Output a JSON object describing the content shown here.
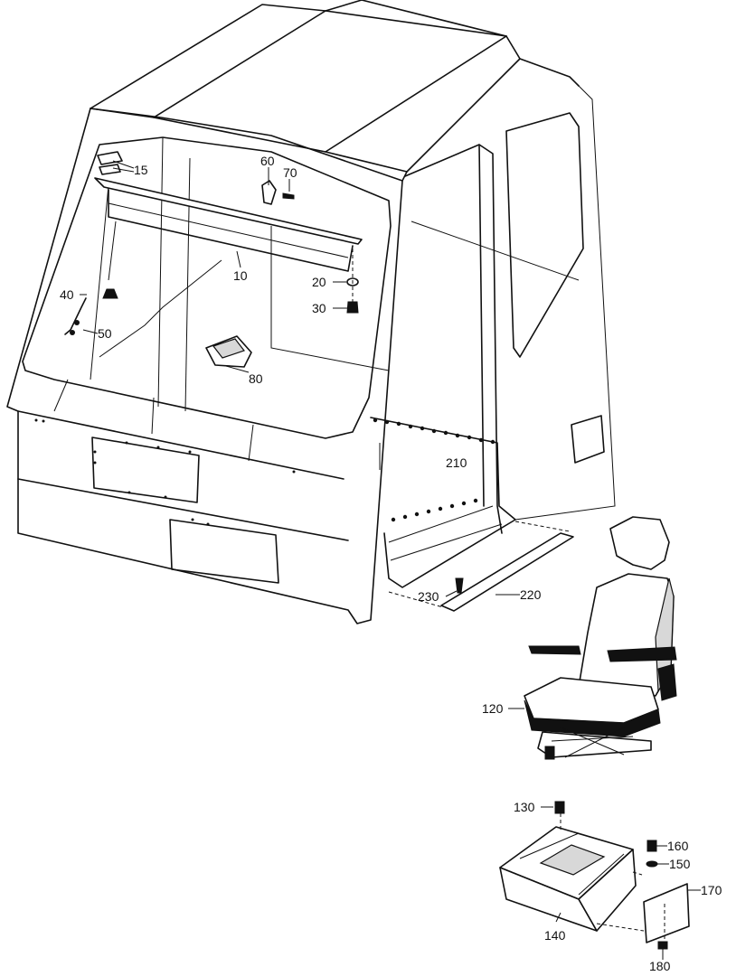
{
  "callouts": [
    {
      "id": "c15",
      "text": "15"
    },
    {
      "id": "c60",
      "text": "60"
    },
    {
      "id": "c70",
      "text": "70"
    },
    {
      "id": "c10",
      "text": "10"
    },
    {
      "id": "c20",
      "text": "20"
    },
    {
      "id": "c30",
      "text": "30"
    },
    {
      "id": "c40",
      "text": "40"
    },
    {
      "id": "c50",
      "text": "50"
    },
    {
      "id": "c80",
      "text": "80"
    },
    {
      "id": "c210",
      "text": "210"
    },
    {
      "id": "c220",
      "text": "220"
    },
    {
      "id": "c230",
      "text": "230"
    },
    {
      "id": "c120",
      "text": "120"
    },
    {
      "id": "c130",
      "text": "130"
    },
    {
      "id": "c160",
      "text": "160"
    },
    {
      "id": "c150",
      "text": "150"
    },
    {
      "id": "c170",
      "text": "170"
    },
    {
      "id": "c140",
      "text": "140"
    },
    {
      "id": "c180",
      "text": "180"
    }
  ]
}
